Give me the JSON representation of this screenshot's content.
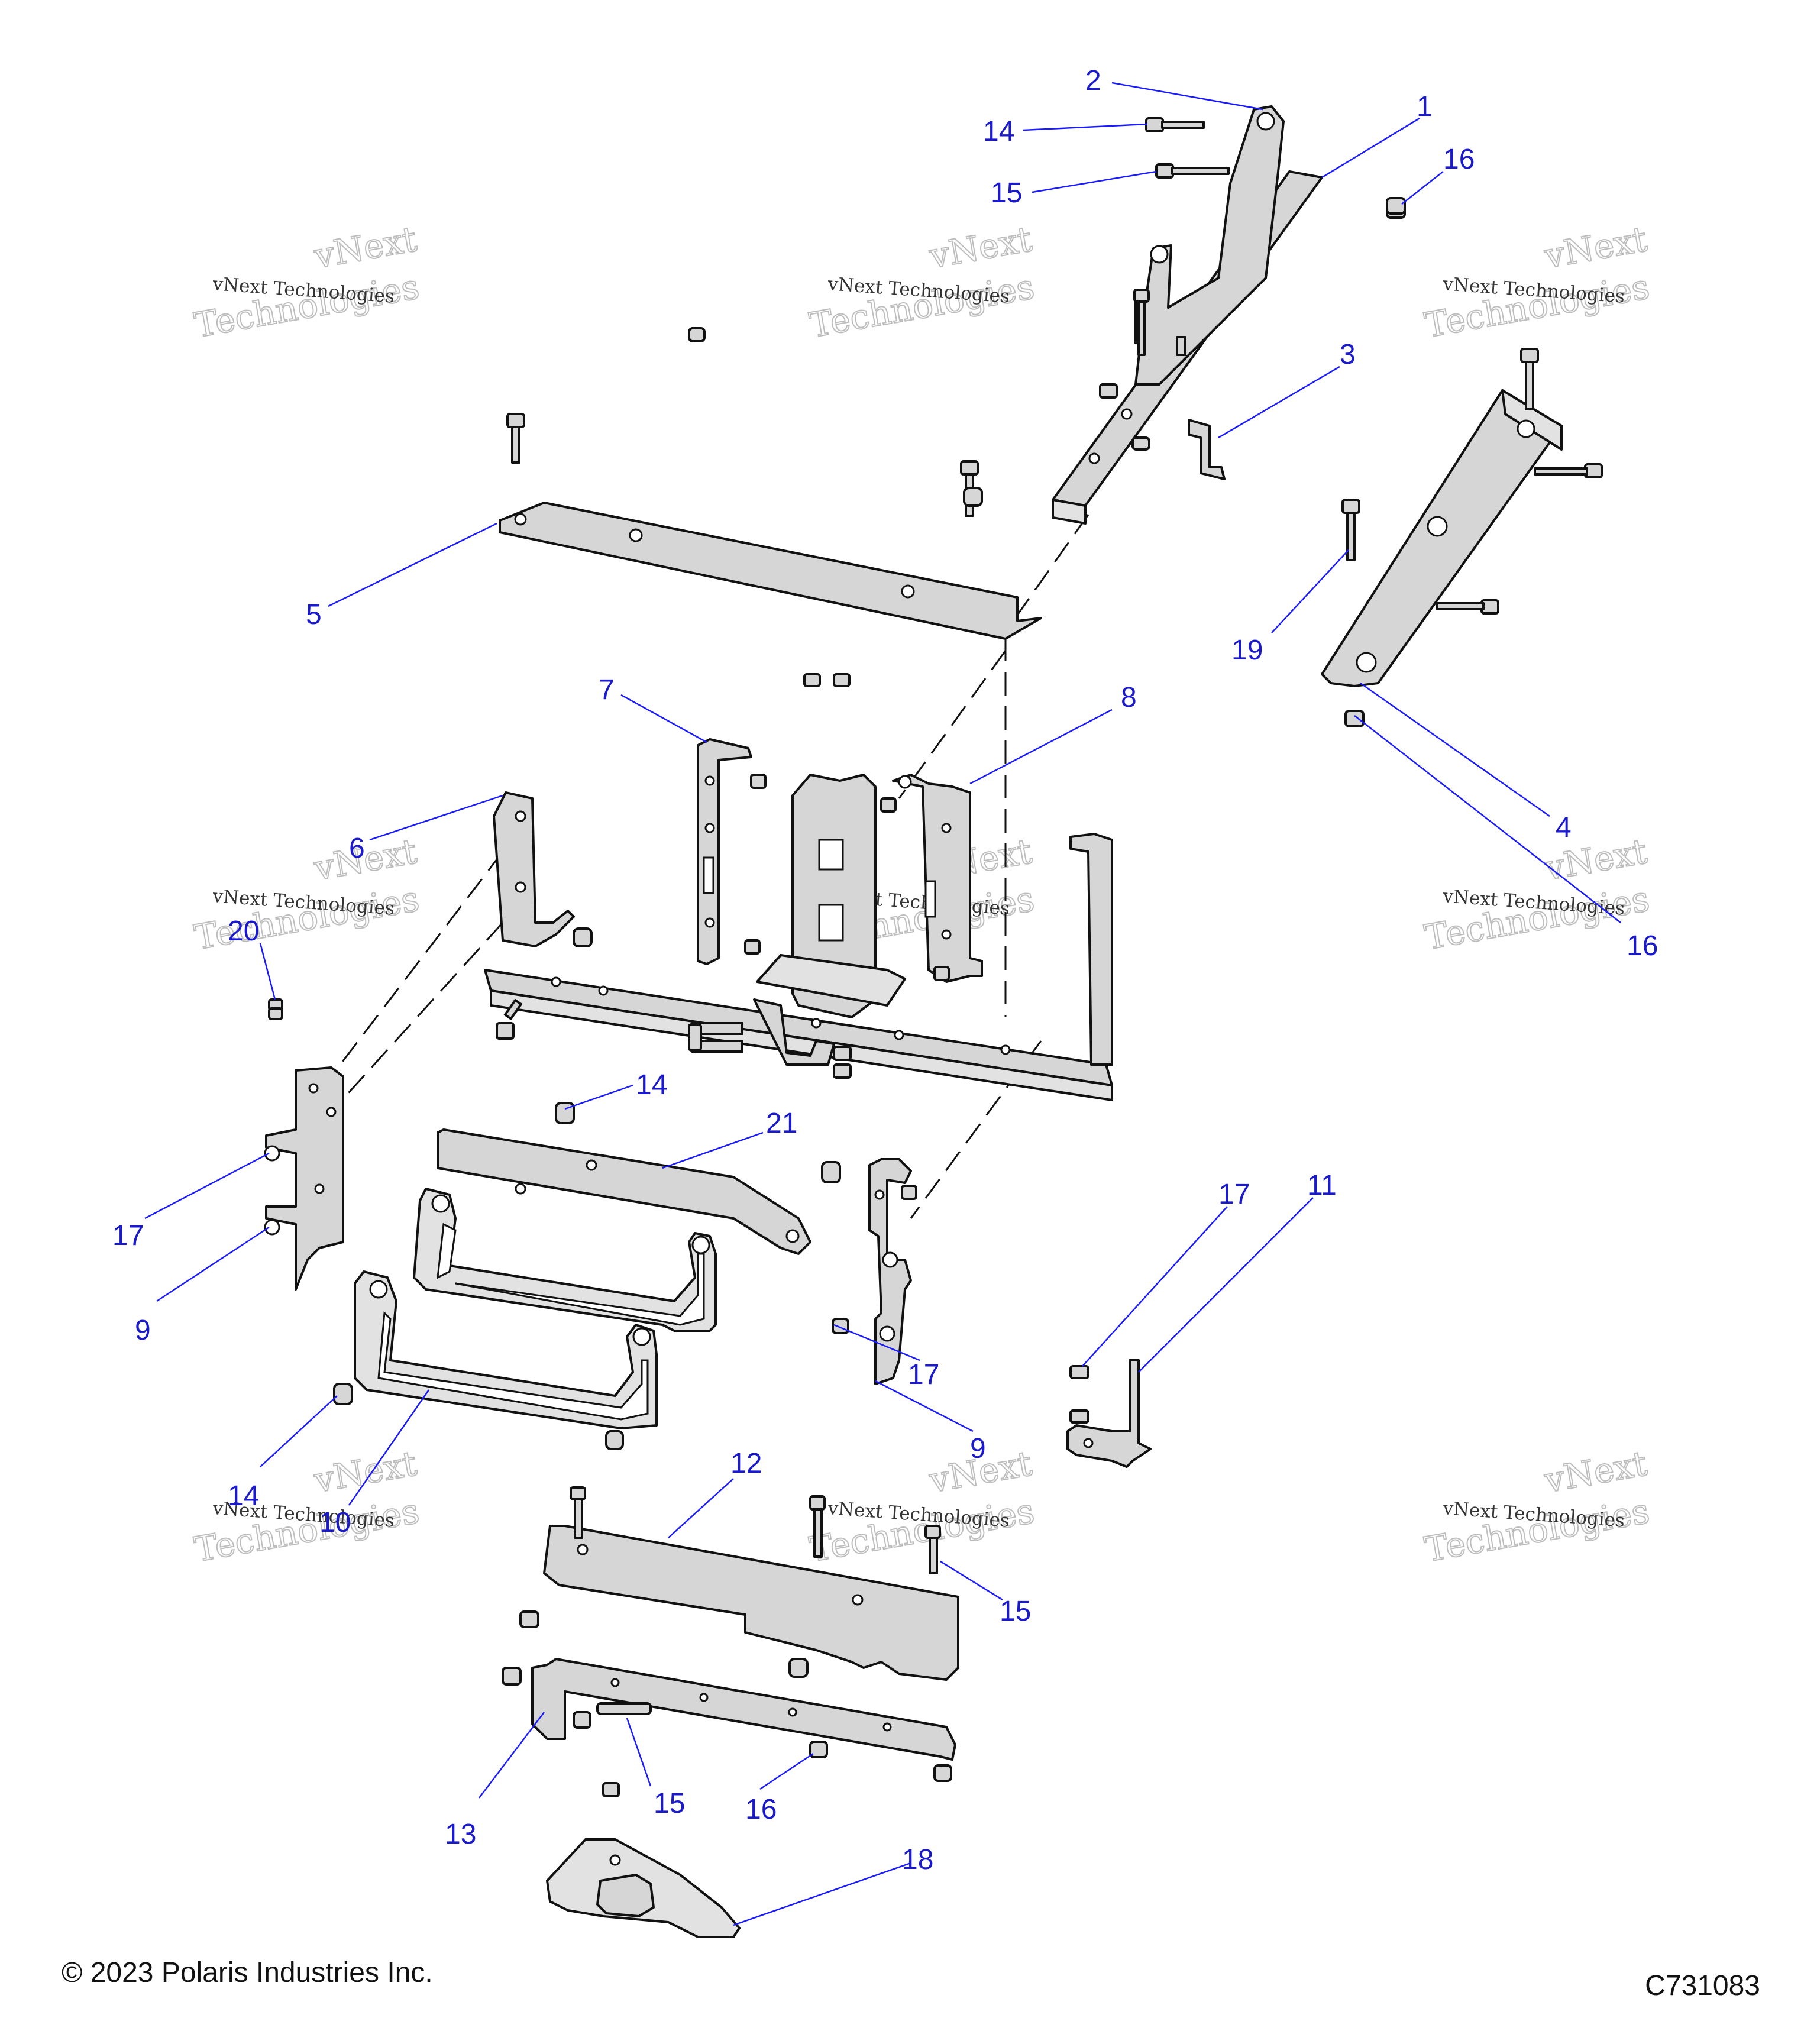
{
  "callouts": {
    "c1": "1",
    "c2": "2",
    "c3": "3",
    "c4": "4",
    "c5": "5",
    "c6": "6",
    "c7": "7",
    "c8": "8",
    "c9a": "9",
    "c9b": "9",
    "c10": "10",
    "c11": "11",
    "c12": "12",
    "c13": "13",
    "c14a": "14",
    "c14b": "14",
    "c14c": "14",
    "c15a": "15",
    "c15b": "15",
    "c15c": "15",
    "c16a": "16",
    "c16b": "16",
    "c16c": "16",
    "c17a": "17",
    "c17b": "17",
    "c17c": "17",
    "c18": "18",
    "c19": "19",
    "c20": "20",
    "c21": "21"
  },
  "watermark": {
    "line1": "vNext Technologies",
    "line2": "vNext",
    "line3": "Technologies"
  },
  "footer": {
    "copyright": "© 2023 Polaris Industries Inc.",
    "figure_code": "C731083"
  }
}
